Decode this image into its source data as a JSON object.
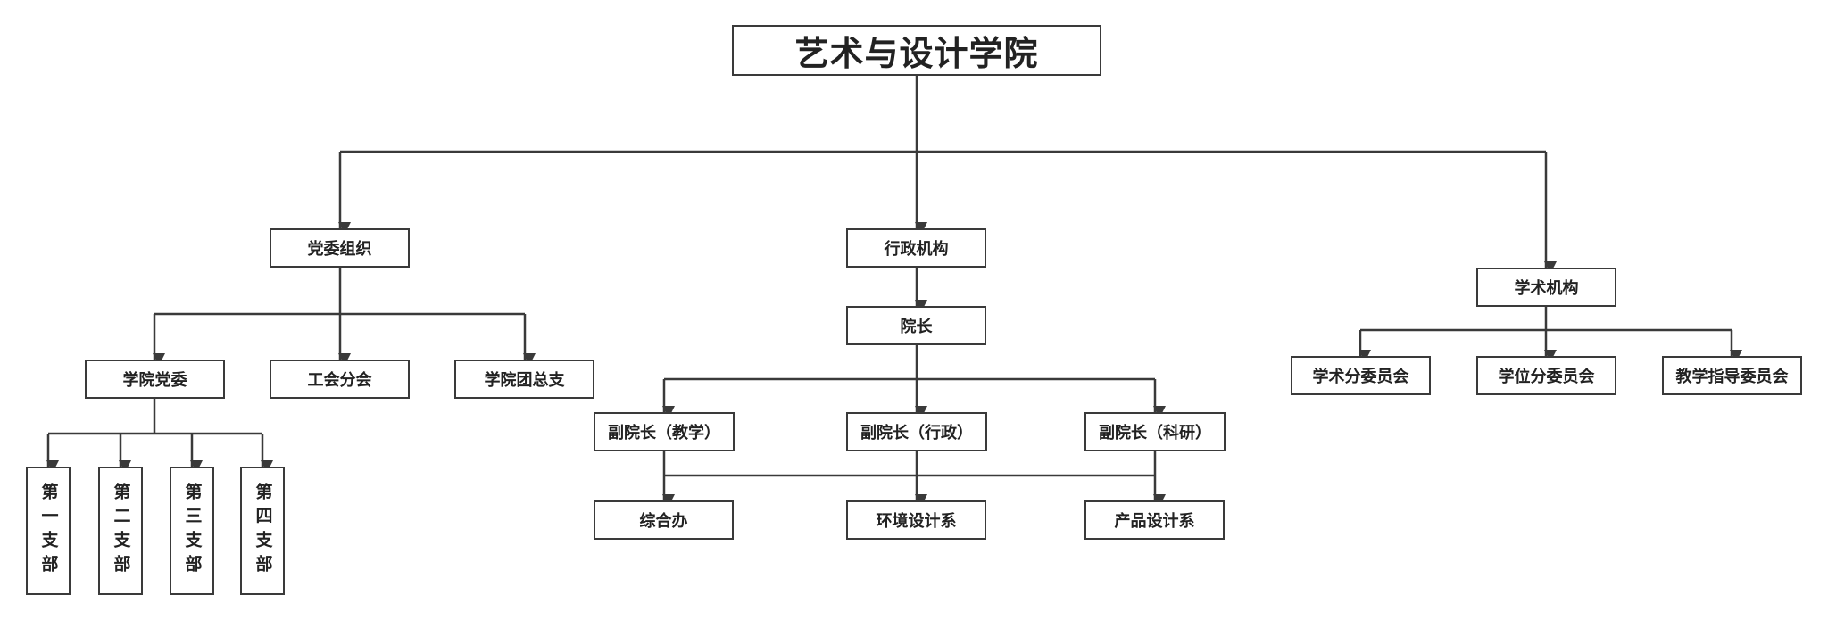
{
  "title": "艺术与设计学院",
  "branches": {
    "party": {
      "label": "党委组织",
      "children": [
        "学院党委",
        "工会分会",
        "学院团总支"
      ],
      "sub_branches": [
        "第一支部",
        "第二支部",
        "第三支部",
        "第四支部"
      ]
    },
    "admin": {
      "label": "行政机构",
      "dean": "院长",
      "vice_deans": [
        "副院长（教学）",
        "副院长（行政）",
        "副院长（科研）"
      ],
      "departments": [
        "综合办",
        "环境设计系",
        "产品设计系"
      ]
    },
    "academic": {
      "label": "学术机构",
      "committees": [
        "学术分委员会",
        "学位分委员会",
        "教学指导委员会"
      ]
    }
  },
  "colors": {
    "line": "#3a3a3a",
    "text": "#222222",
    "background": "#ffffff"
  }
}
